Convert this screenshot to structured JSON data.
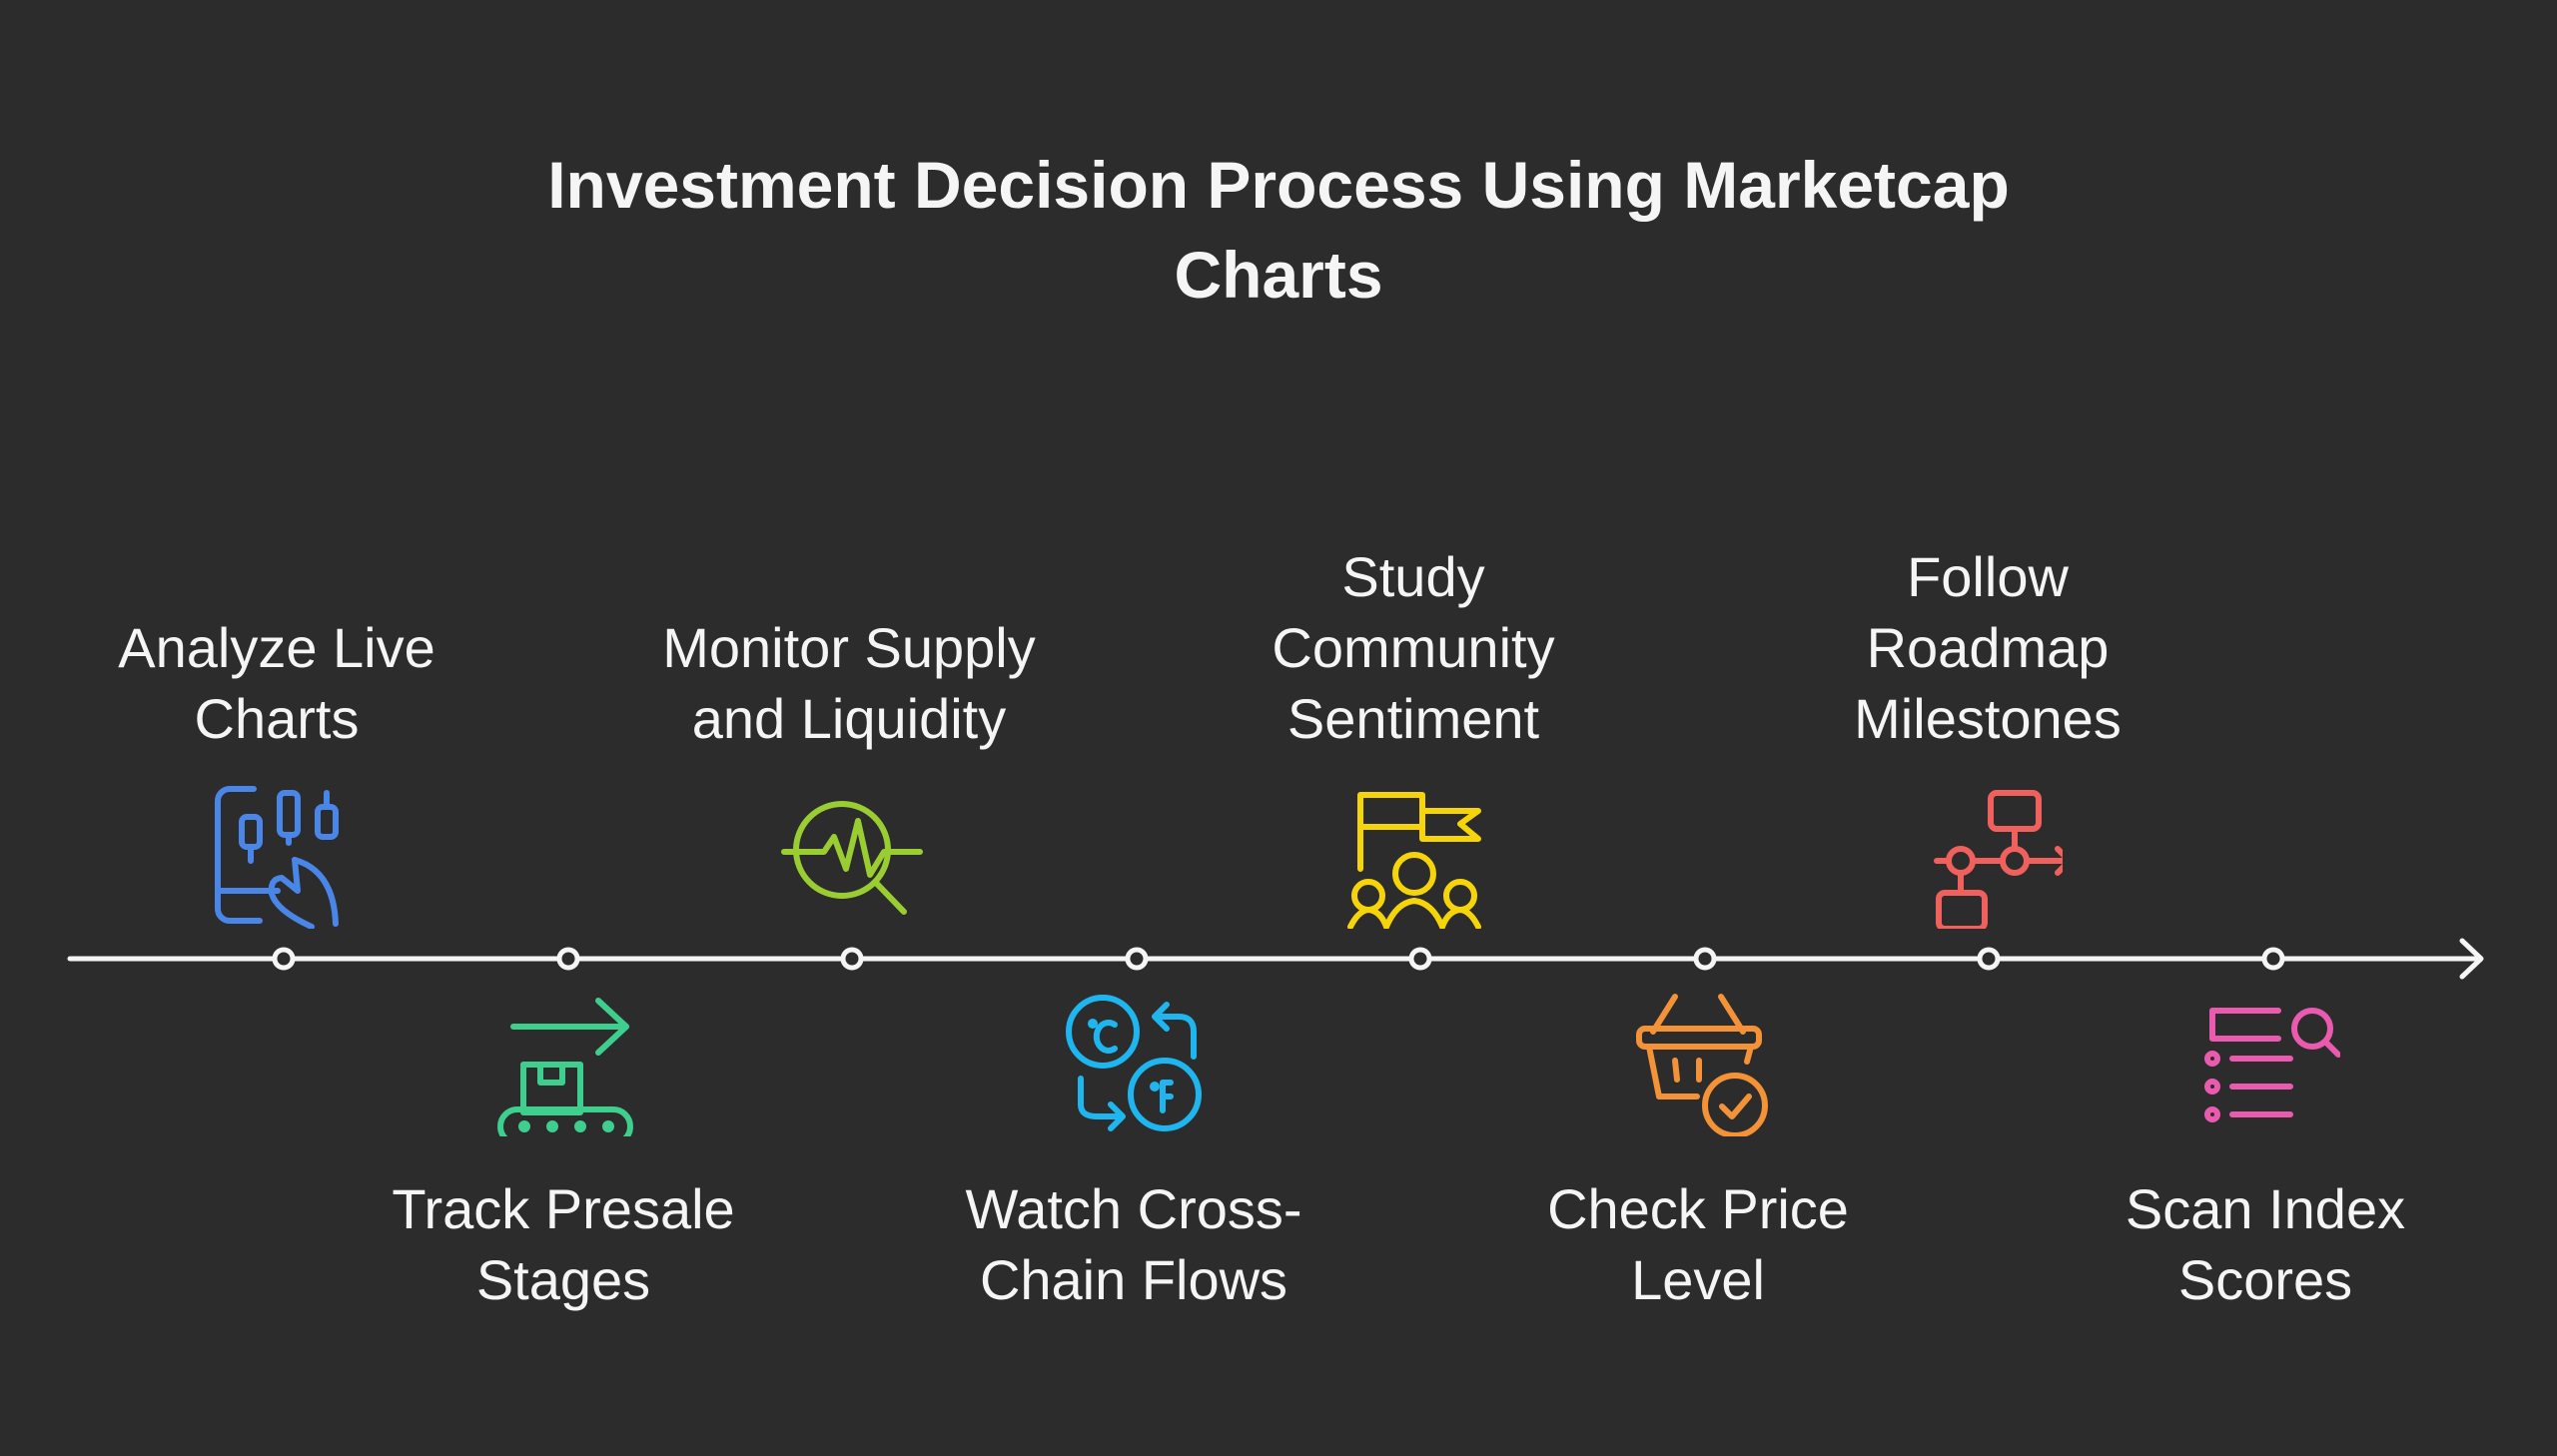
{
  "title": {
    "line1": "Investment Decision Process Using Marketcap",
    "line2": "Charts"
  },
  "colors": {
    "background": "#2c2c2c",
    "text": "#f5f5f5",
    "timeline": "#f5f5f5"
  },
  "steps": [
    {
      "position": "top",
      "lines": [
        "Analyze Live",
        "Charts"
      ],
      "icon": "candlestick-chart-touch-icon",
      "color": "#4a86e8"
    },
    {
      "position": "bottom",
      "lines": [
        "Track Presale",
        "Stages"
      ],
      "icon": "conveyor-belt-icon",
      "color": "#3ecf8e"
    },
    {
      "position": "top",
      "lines": [
        "Monitor Supply",
        "and Liquidity"
      ],
      "icon": "pulse-search-icon",
      "color": "#9acd32"
    },
    {
      "position": "bottom",
      "lines": [
        "Watch Cross-",
        "Chain Flows"
      ],
      "icon": "temperature-convert-icon",
      "color": "#1fb6f0"
    },
    {
      "position": "top",
      "lines": [
        "Study",
        "Community",
        "Sentiment"
      ],
      "icon": "community-flag-icon",
      "color": "#f5d50a"
    },
    {
      "position": "bottom",
      "lines": [
        "Check Price",
        "Level"
      ],
      "icon": "basket-check-icon",
      "color": "#f39237"
    },
    {
      "position": "top",
      "lines": [
        "Follow",
        "Roadmap",
        "Milestones"
      ],
      "icon": "roadmap-flow-icon",
      "color": "#f0605d"
    },
    {
      "position": "bottom",
      "lines": [
        "Scan Index",
        "Scores"
      ],
      "icon": "list-search-icon",
      "color": "#ea5bb0"
    }
  ]
}
